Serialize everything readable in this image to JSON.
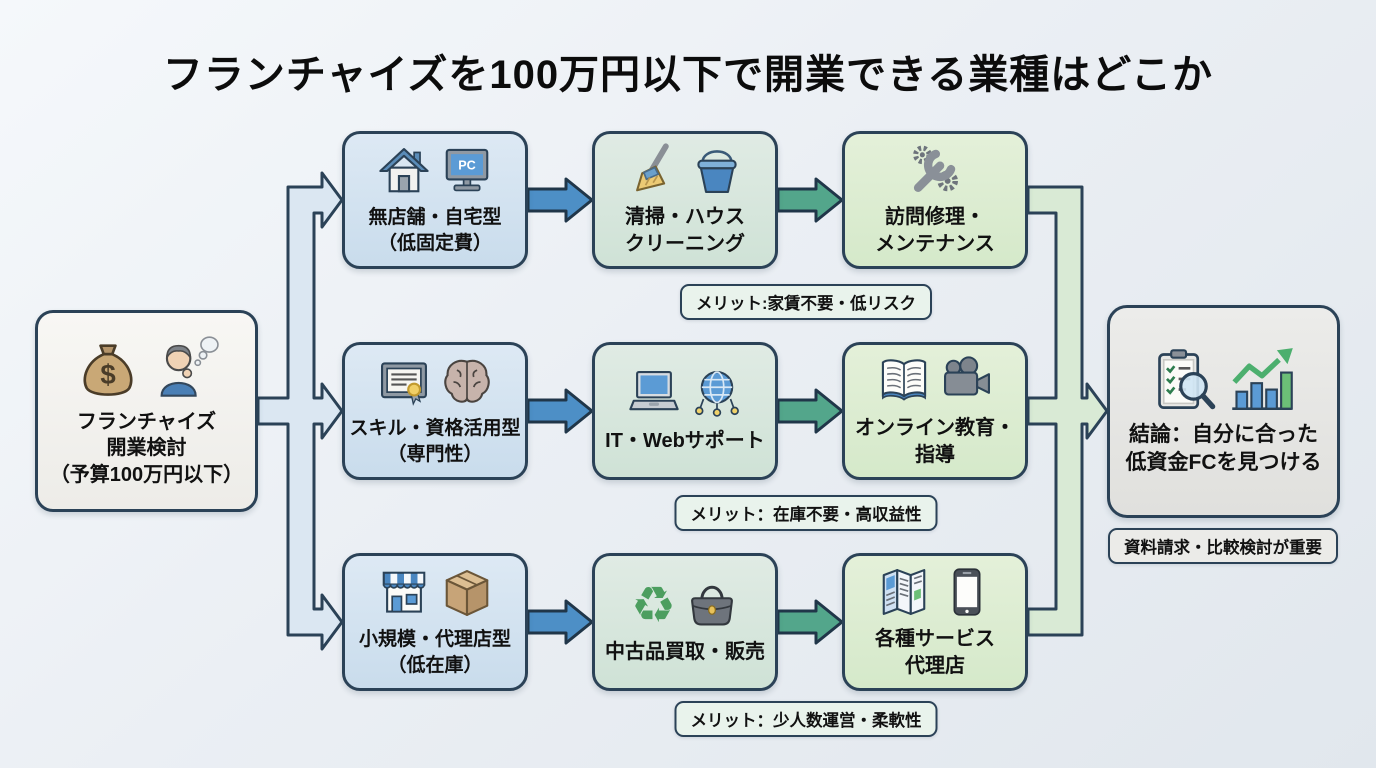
{
  "title": "フランチャイズを100万円以下で開業できる業種はどこか",
  "colors": {
    "outline": "#2b4257",
    "blue_arrow": "#4d8fc6",
    "green_arrow": "#53a68b",
    "branch_fill": "#dbe7f2",
    "merge_fill": "#d9ead5",
    "category_fill": "#d3e2ef",
    "business_fill": "#d7e6dc",
    "service_fill": "#dcecd1",
    "start_fill": "#f3f2ee",
    "conclusion_fill": "#e6e6e4"
  },
  "start": {
    "lines": [
      "フランチャイズ",
      "開業検討",
      "（予算100万円以下）"
    ],
    "icons": [
      "money-bag-icon",
      "thinking-person-icon"
    ]
  },
  "rows": [
    {
      "category": {
        "lines": [
          "無店舗・自宅型",
          "（低固定費）"
        ],
        "icons": [
          "house-icon",
          "pc-monitor-icon"
        ]
      },
      "business": {
        "lines": [
          "清掃・ハウス",
          "クリーニング"
        ],
        "icons": [
          "broom-icon",
          "bucket-icon"
        ]
      },
      "service": {
        "lines": [
          "訪問修理・",
          "メンテナンス"
        ],
        "icons": [
          "wrench-gears-icon"
        ]
      },
      "merit": "メリット:家賃不要・低リスク"
    },
    {
      "category": {
        "lines": [
          "スキル・資格活用型",
          "（専門性）"
        ],
        "icons": [
          "certificate-icon",
          "brain-icon"
        ]
      },
      "business": {
        "lines": [
          "IT・Webサポート"
        ],
        "icons": [
          "laptop-icon",
          "globe-network-icon"
        ]
      },
      "service": {
        "lines": [
          "オンライン教育・",
          "指導"
        ],
        "icons": [
          "open-book-icon",
          "video-camera-icon"
        ]
      },
      "merit": "メリット：在庫不要・高収益性"
    },
    {
      "category": {
        "lines": [
          "小規模・代理店型",
          "（低在庫）"
        ],
        "icons": [
          "storefront-icon",
          "package-box-icon"
        ]
      },
      "business": {
        "lines": [
          "中古品買取・販売"
        ],
        "icons": [
          "recycle-icon",
          "handbag-icon"
        ]
      },
      "service": {
        "lines": [
          "各種サービス",
          "代理店"
        ],
        "icons": [
          "brochure-icon",
          "smartphone-icon"
        ]
      },
      "merit": "メリット：少人数運営・柔軟性"
    }
  ],
  "conclusion": {
    "lines": [
      "結論：自分に合った",
      "低資金FCを見つける"
    ],
    "icons": [
      "clipboard-magnifier-icon",
      "growth-chart-icon"
    ],
    "note": "資料請求・比較検討が重要"
  },
  "glyphs": {
    "recycle": "♻",
    "pc_label": "PC",
    "dollar": "$"
  }
}
